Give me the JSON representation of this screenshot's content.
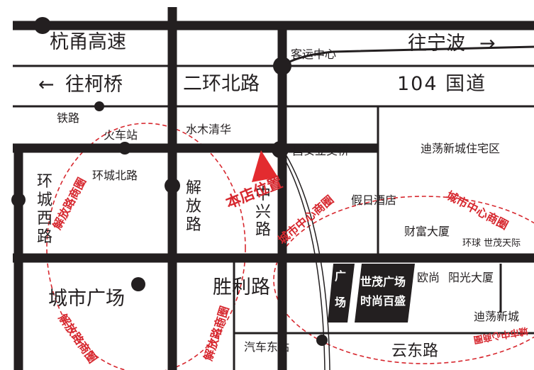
{
  "roads": {
    "hangyong": "杭甬高速",
    "to_ningbo": "往宁波",
    "to_keqiao": "往柯桥",
    "erhuan_north": "二环北路",
    "national_road": "104 国道",
    "railway": "铁路",
    "huancheng_north": "环城北路",
    "huancheng_west": [
      "环",
      "城",
      "西",
      "路"
    ],
    "jiefang": [
      "解",
      "放",
      "路"
    ],
    "zhongxing": [
      "中",
      "兴",
      "路"
    ],
    "shengli": "胜利路",
    "yundong": "云东路"
  },
  "places": {
    "bus_center": "客运中心",
    "train_station": "火车站",
    "shuimu_qinghua": "水木清华",
    "changan_bridge": "昌安立交桥",
    "didang_residential": "迪荡新城住宅区",
    "holiday_hotel": "假日酒店",
    "caifu_building": "财富大厦",
    "global_shimao": "环球 世茂天际",
    "city_square": "城市广场",
    "bus_station": "汽车东站",
    "ouchang": "欧尚",
    "yangguang": "阳光大厦",
    "didang_new_city": "迪荡新城",
    "square_block": [
      "广",
      "场"
    ],
    "shimao_plaza": "世茂广场",
    "fashion_store": "时尚百盛"
  },
  "store_marker": {
    "label": "本店位置",
    "color": "#e32b2f"
  },
  "circles": {
    "jiefang_circle": "解放路商圈",
    "city_center_circle": "城市中心商圈"
  },
  "arrows": {
    "right_arrow": "→",
    "left_arrow": "←"
  },
  "colors": {
    "road": "#231f20",
    "circle": "#d7282f",
    "background": "#ffffff"
  }
}
